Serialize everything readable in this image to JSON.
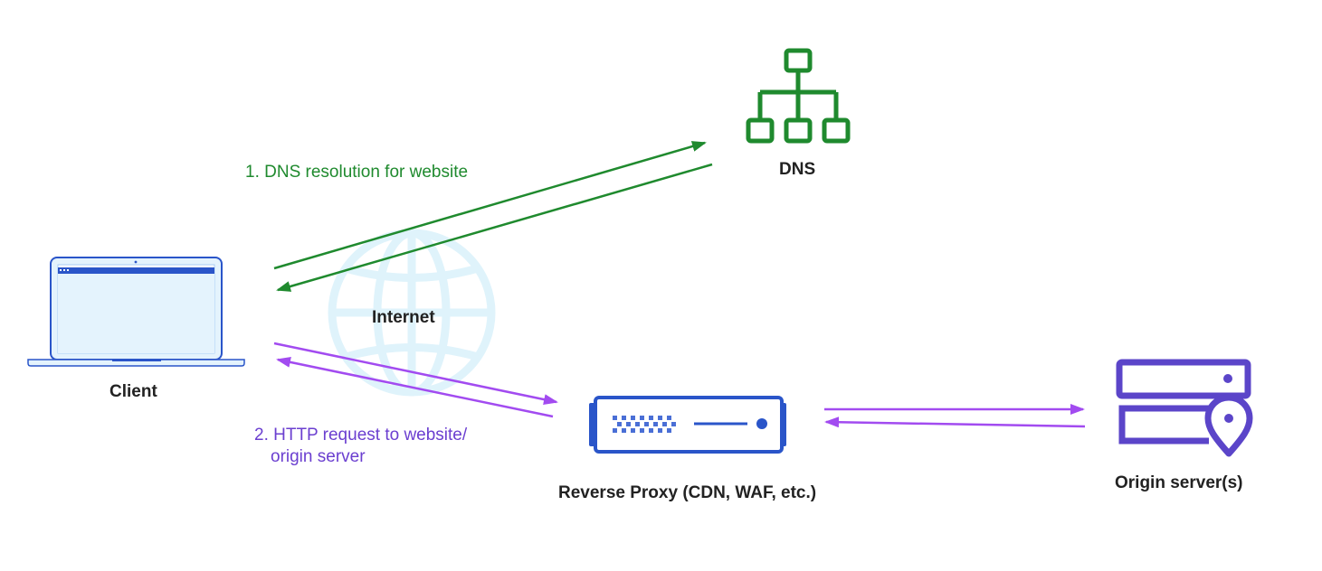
{
  "nodes": {
    "dns": {
      "label": "DNS"
    },
    "client": {
      "label": "Client"
    },
    "internet": {
      "label": "Internet"
    },
    "proxy": {
      "label": "Reverse Proxy (CDN, WAF, etc.)"
    },
    "origin": {
      "label": "Origin server(s)"
    }
  },
  "steps": {
    "dns_resolution": {
      "label": "1. DNS resolution for website"
    },
    "http_request": {
      "line1": "2. HTTP request to website/",
      "line2": "origin server"
    }
  },
  "colors": {
    "green": "#1f8a2e",
    "purple": "#a24bf0",
    "purple_text": "#6b3fd0",
    "icon_purple": "#5b45c9",
    "proxy_blue": "#2a55c9",
    "laptop_blue": "#2a55c9",
    "laptop_light": "#e4f3fd",
    "globe_light": "#dff3fb"
  },
  "icons": {
    "dns": "hierarchy-icon",
    "client": "laptop-icon",
    "internet": "globe-icon",
    "proxy": "network-appliance-icon",
    "origin": "server-location-icon"
  }
}
